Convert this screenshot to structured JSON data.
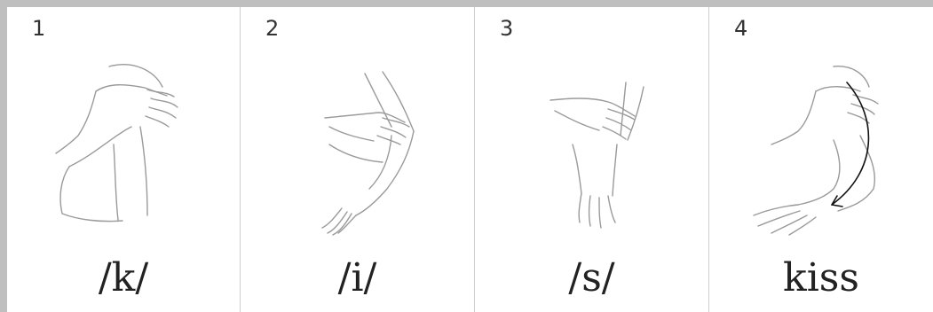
{
  "panels": [
    {
      "number": "1",
      "label": "/k/",
      "illustration": "hand-on-shoulder"
    },
    {
      "number": "2",
      "label": "/i/",
      "illustration": "hand-on-forearm"
    },
    {
      "number": "3",
      "label": "/s/",
      "illustration": "hand-on-wrist"
    },
    {
      "number": "4",
      "label": "kiss",
      "illustration": "sweep-shoulder-to-hand"
    }
  ],
  "colors": {
    "border": "#bfbfbf",
    "divider": "#cfcfcf",
    "sketch": "#9a9a9a",
    "arrow": "#111111"
  }
}
